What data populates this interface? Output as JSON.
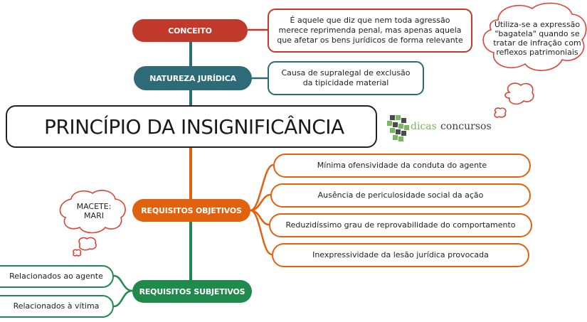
{
  "title": "PRINCÍPIO DA INSIGNIFICÂNCIA",
  "logo": {
    "word1": "dicas",
    "word2": "concursos",
    "icon": "cube-cluster-logo"
  },
  "branches": {
    "conceito": {
      "label": "CONCEITO",
      "color": "#c0392b",
      "description": "É aquele que diz que nem toda agressão merece reprimenda penal, mas apenas aquela que afetar os bens jurídicos de forma relevante"
    },
    "natureza": {
      "label": "NATUREZA JURÍDICA",
      "color": "#2e6b78",
      "description": "Causa de supralegal de exclusão da tipicidade material"
    },
    "objetivos": {
      "label": "REQUISITOS OBJETIVOS",
      "color": "#e0620e",
      "items": [
        "Mínima ofensividade da conduta do agente",
        "Ausência de periculosidade social da ação",
        "Reduzidíssimo grau de reprovabilidade do comportamento",
        "Inexpressividade da lesão jurídica provocada"
      ]
    },
    "subjetivos": {
      "label": "REQUISITOS SUBJETIVOS",
      "color": "#1f8a4c",
      "items": [
        "Relacionados ao agente",
        "Relacionados à vítima"
      ]
    }
  },
  "clouds": {
    "bagatela": "Utiliza-se a expressão \"bagatela\" quando se tratar de infração com reflexos patrimoniais",
    "macete_line1": "MACETE:",
    "macete_line2": "MARI"
  }
}
